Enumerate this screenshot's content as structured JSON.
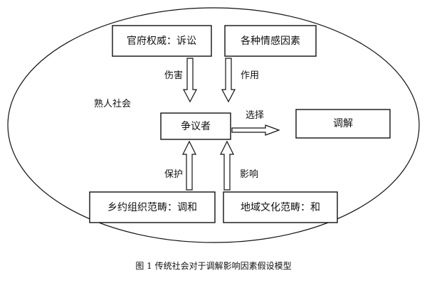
{
  "diagram": {
    "region_label": "熟人社会",
    "nodes": {
      "official": "官府权威：诉讼",
      "emotion": "各种情感因素",
      "disputant": "争议者",
      "mediation": "调解",
      "village": "乡约组织范畴：调和",
      "culture": "地域文化范畴：和"
    },
    "edges": {
      "harm": "伤害",
      "effect": "作用",
      "choose": "选择",
      "protect": "保护",
      "influence": "影响"
    },
    "caption": "图 1  传统社会对于调解影响因素假设模型"
  },
  "colors": {
    "stroke": "#111111",
    "background": "#ffffff"
  }
}
